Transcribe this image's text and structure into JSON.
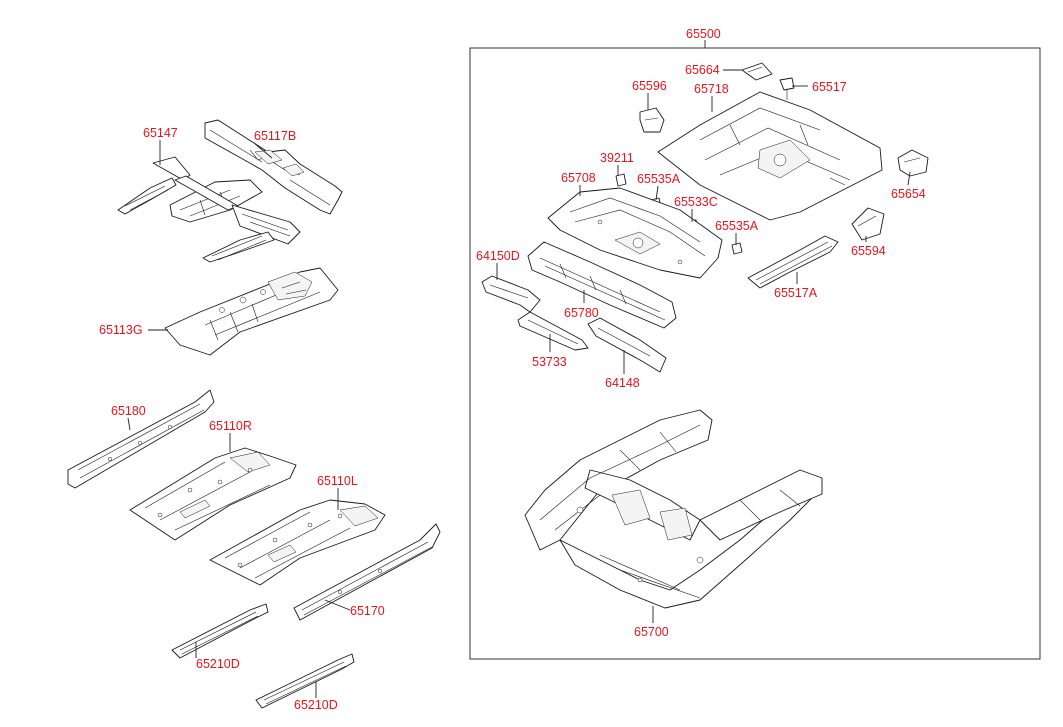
{
  "labels": {
    "p65147": "65147",
    "p65117B": "65117B",
    "p65113G": "65113G",
    "p65180": "65180",
    "p65110R": "65110R",
    "p65110L": "65110L",
    "p65170": "65170",
    "p65210D_a": "65210D",
    "p65210D_b": "65210D",
    "p65500": "65500",
    "p65664": "65664",
    "p65596": "65596",
    "p65718": "65718",
    "p65517": "65517",
    "p39211": "39211",
    "p65708": "65708",
    "p65535A_a": "65535A",
    "p65533C": "65533C",
    "p65654": "65654",
    "p65535A_b": "65535A",
    "p64150D": "64150D",
    "p65594": "65594",
    "p65517A": "65517A",
    "p65780": "65780",
    "p53733": "53733",
    "p64148": "64148",
    "p65700": "65700"
  },
  "colors": {
    "label": "#e8141c",
    "line": "#1a1a1a"
  }
}
